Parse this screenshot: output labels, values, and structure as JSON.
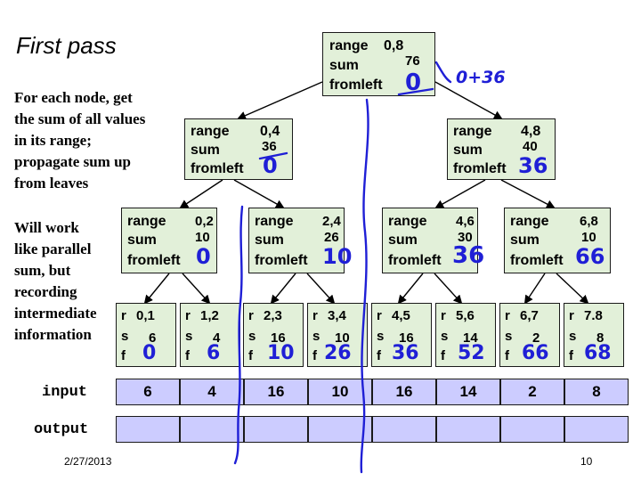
{
  "title": "First pass",
  "side_text_1": "For each node, get\nthe sum of all values\nin its range;\npropagate sum up\nfrom leaves",
  "side_text_2": "Will work\nlike parallel\nsum, but\nrecording\nintermediate\ninformation",
  "labels": {
    "range": "range",
    "sum": "sum",
    "fromleft": "fromleft",
    "r": "r",
    "s": "s",
    "f": "f"
  },
  "nodes": [
    {
      "range": "0,8",
      "sum": "76",
      "fromleft": "0"
    },
    {
      "range": "0,4",
      "sum": "36",
      "fromleft": "0"
    },
    {
      "range": "4,8",
      "sum": "40",
      "fromleft": "36"
    },
    {
      "range": "0,2",
      "sum": "10",
      "fromleft": "0"
    },
    {
      "range": "2,4",
      "sum": "26",
      "fromleft": "10"
    },
    {
      "range": "4,6",
      "sum": "30",
      "fromleft": "36"
    },
    {
      "range": "6,8",
      "sum": "10",
      "fromleft": "66"
    }
  ],
  "leaves": [
    {
      "range": "0,1",
      "sum": "6",
      "fromleft": "0"
    },
    {
      "range": "1,2",
      "sum": "4",
      "fromleft": "6"
    },
    {
      "range": "2,3",
      "sum": "16",
      "fromleft": "10"
    },
    {
      "range": "3,4",
      "sum": "10",
      "fromleft": "26"
    },
    {
      "range": "4,5",
      "sum": "16",
      "fromleft": "36"
    },
    {
      "range": "5,6",
      "sum": "14",
      "fromleft": "52"
    },
    {
      "range": "6,7",
      "sum": "2",
      "fromleft": "66"
    },
    {
      "range": "7.8",
      "sum": "8",
      "fromleft": "68"
    }
  ],
  "handwritten_note": "0+36",
  "input_label": "input",
  "output_label": "output",
  "input_values": [
    "6",
    "4",
    "16",
    "10",
    "16",
    "14",
    "2",
    "8"
  ],
  "output_values": [
    "",
    "",
    "",
    "",
    "",
    "",
    "",
    ""
  ],
  "footer_date": "2/27/2013",
  "footer_page": "10",
  "colors": {
    "node_fill": "#e2f0d9",
    "array_fill": "#ccccff",
    "ink": "#1f1fd6"
  }
}
